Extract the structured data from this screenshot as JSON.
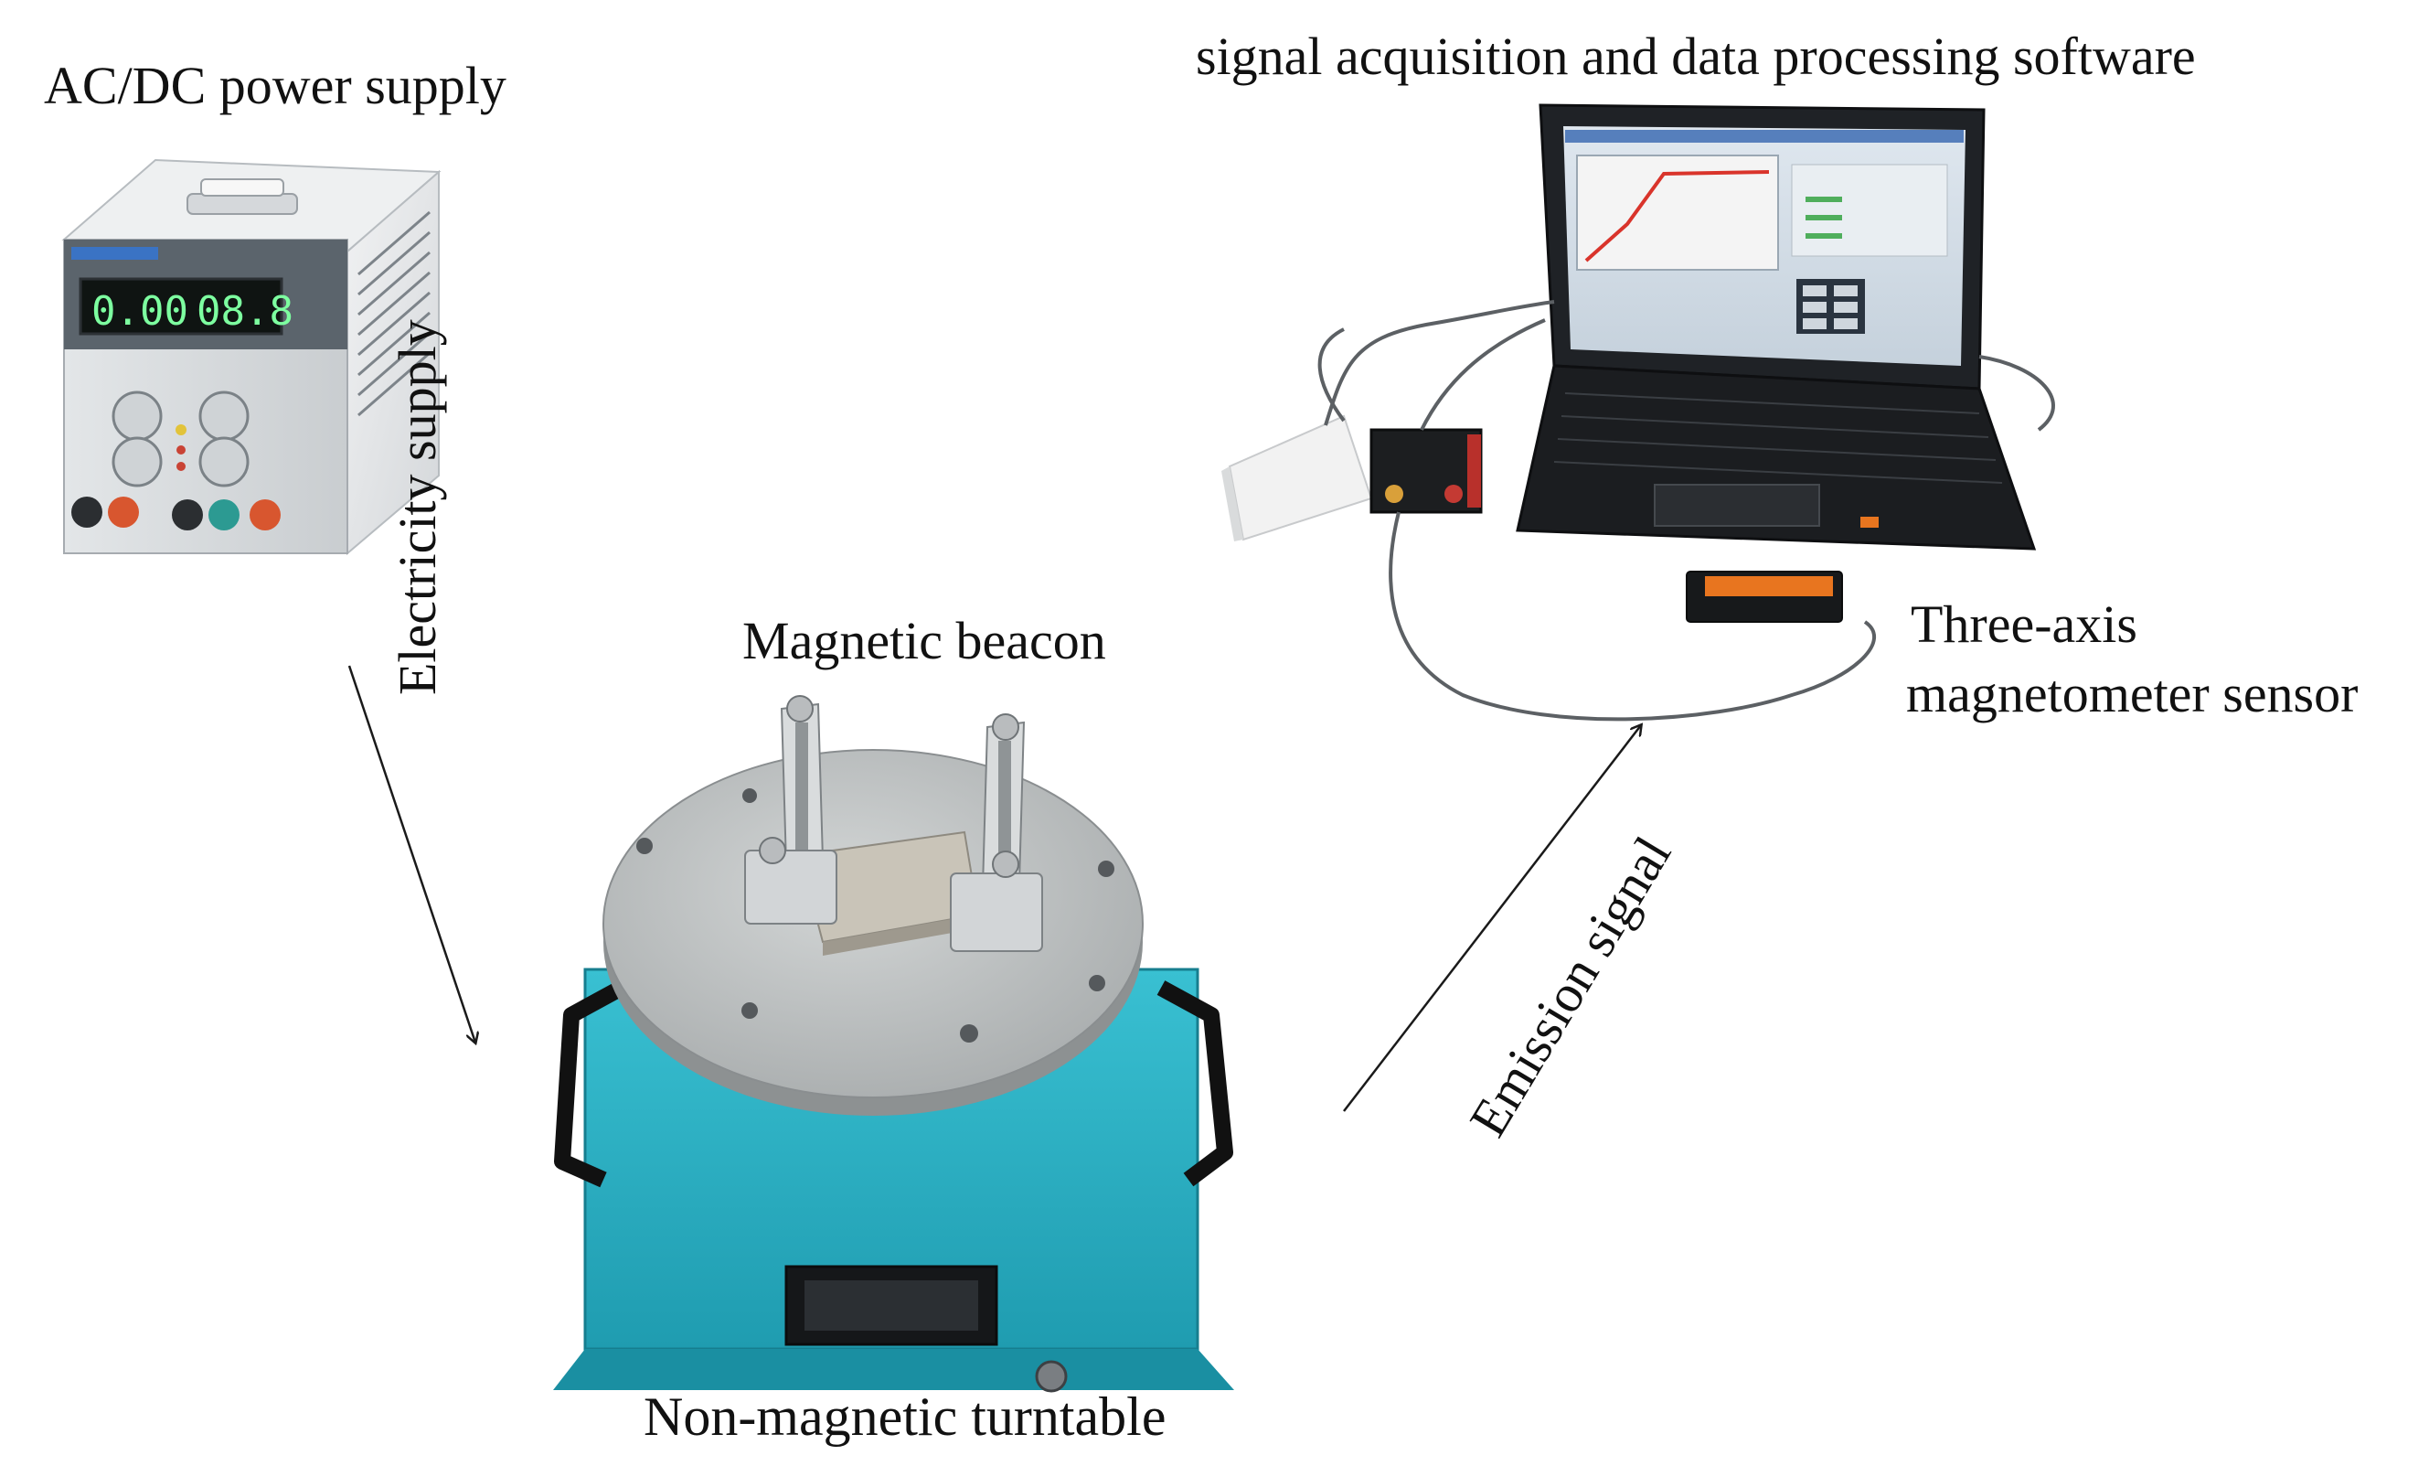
{
  "labels": {
    "power_supply": "AC/DC power supply",
    "software": "signal acquisition and data processing software",
    "magnetic_beacon": "Magnetic beacon",
    "turntable": "Non-magnetic turntable",
    "sensor_line1": "Three-axis",
    "sensor_line2": "magnetometer sensor",
    "electricity_supply": "Electricity supply",
    "emission_signal": "Emission signal"
  },
  "power_supply_display": {
    "voltage": "0.00",
    "current": "08.8"
  },
  "colors": {
    "turntable_body": "#2fb6c9",
    "turntable_plate": "#b9bdbd",
    "laptop_body": "#1f2226",
    "sensor_accent": "#e8751f",
    "chart_trace": "#d9342b",
    "display_digits": "#7dffa0"
  }
}
